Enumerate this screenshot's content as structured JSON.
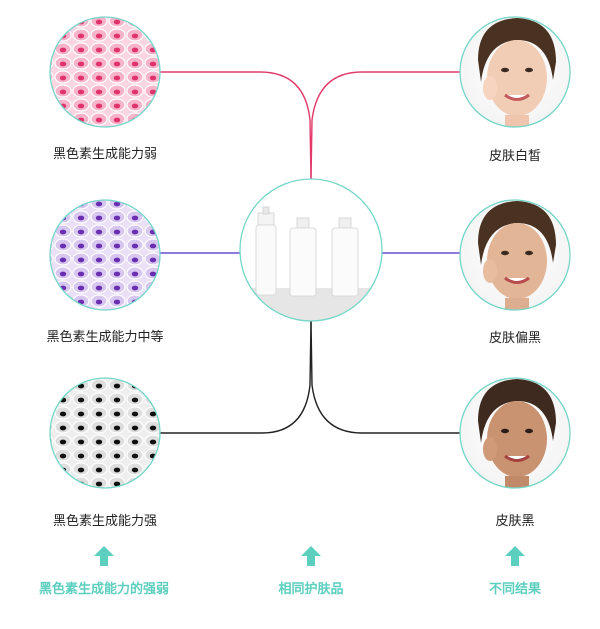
{
  "colors": {
    "teal": "#5ccfbf",
    "circle_border": "#74d6c8",
    "line_pink": "#e23a6a",
    "line_purple": "#6a4fd6",
    "line_black": "#222222",
    "pink_cells": "#f48fb2",
    "purple_cells": "#b39ddb",
    "gray_cells": "#d6d6d6"
  },
  "left_items": [
    {
      "label": "黑色素生成能力弱",
      "cell_theme": "pink"
    },
    {
      "label": "黑色素生成能力中等",
      "cell_theme": "purple"
    },
    {
      "label": "黑色素生成能力强",
      "cell_theme": "gray"
    }
  ],
  "center": {
    "image": "skincare-bottles"
  },
  "right_items": [
    {
      "label": "皮肤白皙",
      "image": "face"
    },
    {
      "label": "皮肤偏黑",
      "image": "face"
    },
    {
      "label": "皮肤黑",
      "image": "face"
    }
  ],
  "bottom": {
    "left": "黑色素生成能力的强弱",
    "center": "相同护肤品",
    "right": "不同结果",
    "arrow_icon": "up-arrow-icon"
  }
}
